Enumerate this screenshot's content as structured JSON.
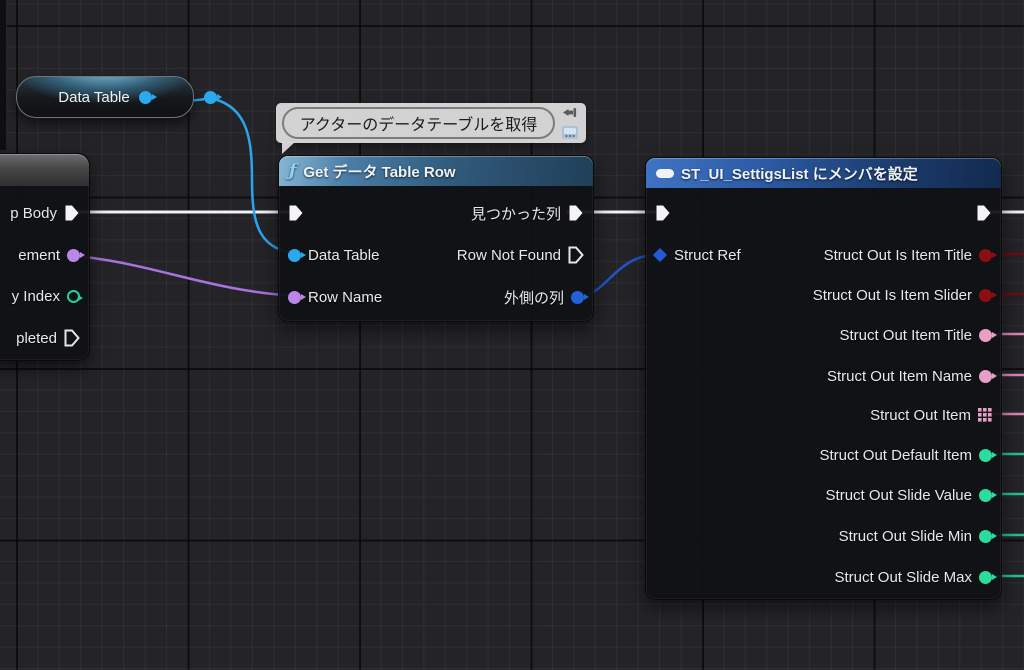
{
  "comment_bubble": {
    "text": "アクターのデータテーブルを取得"
  },
  "nodes": {
    "data_table_var": {
      "title": "Data Table"
    },
    "get_row": {
      "title": "Get データ Table Row",
      "fn_glyph": "ƒ",
      "inputs": [
        {
          "label": "Data Table"
        },
        {
          "label": "Row Name"
        }
      ],
      "outputs": [
        {
          "label": "見つかった列"
        },
        {
          "label": "Row Not Found"
        },
        {
          "label": "外側の列"
        }
      ]
    },
    "set_members": {
      "title": "ST_UI_SettigsList にメンバを設定",
      "struct_ref_label": "Struct Ref",
      "outputs": [
        {
          "label": "Struct Out Is Item Title"
        },
        {
          "label": "Struct Out Is Item Slider"
        },
        {
          "label": "Struct Out Item Title"
        },
        {
          "label": "Struct Out Item Name"
        },
        {
          "label": "Struct Out Item"
        },
        {
          "label": "Struct Out Default Item"
        },
        {
          "label": "Struct Out Slide Value"
        },
        {
          "label": "Struct Out Slide Min"
        },
        {
          "label": "Struct Out Slide Max"
        }
      ]
    },
    "foreach_partial": {
      "outputs": [
        {
          "label": "p Body"
        },
        {
          "label": "ement"
        },
        {
          "label": "y Index"
        },
        {
          "label": "pleted"
        }
      ]
    }
  },
  "colors": {
    "exec_white": "#f2f2f2",
    "object_blue": "#2aa9ef",
    "struct_blue": "#2361d9",
    "name_purple": "#bb86e8",
    "int_green": "#27d094",
    "bool_red": "#8b0e12",
    "text_pink": "#e89fc7",
    "float_green": "#2bdc9d"
  }
}
